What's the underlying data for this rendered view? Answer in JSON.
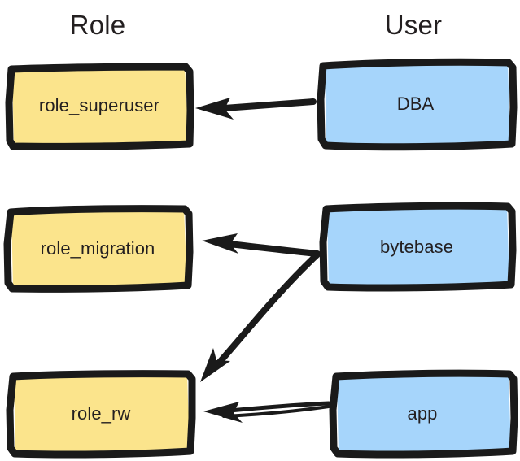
{
  "diagram": {
    "title_columns": {
      "role_header": "Role",
      "user_header": "User"
    },
    "colors": {
      "role_fill": "#fbe48c",
      "user_fill": "#a6d5fb",
      "ink": "#1a1a1a",
      "text": "#231f20",
      "background": "#ffffff"
    },
    "role_nodes": [
      {
        "id": "role-superuser",
        "label": "role_superuser"
      },
      {
        "id": "role-migration",
        "label": "role_migration"
      },
      {
        "id": "role-rw",
        "label": "role_rw"
      }
    ],
    "user_nodes": [
      {
        "id": "user-dba",
        "label": "DBA"
      },
      {
        "id": "user-bytebase",
        "label": "bytebase"
      },
      {
        "id": "user-app",
        "label": "app"
      }
    ],
    "edges": [
      {
        "id": "edge-dba-superuser",
        "from": "DBA",
        "to": "role_superuser",
        "style": "solid-arrow"
      },
      {
        "id": "edge-bytebase-migration",
        "from": "bytebase",
        "to": "role_migration",
        "style": "solid-arrow"
      },
      {
        "id": "edge-bytebase-rw",
        "from": "bytebase",
        "to": "role_rw",
        "style": "solid-arrow"
      },
      {
        "id": "edge-app-rw",
        "from": "app",
        "to": "role_rw",
        "style": "solid-arrow"
      }
    ]
  }
}
